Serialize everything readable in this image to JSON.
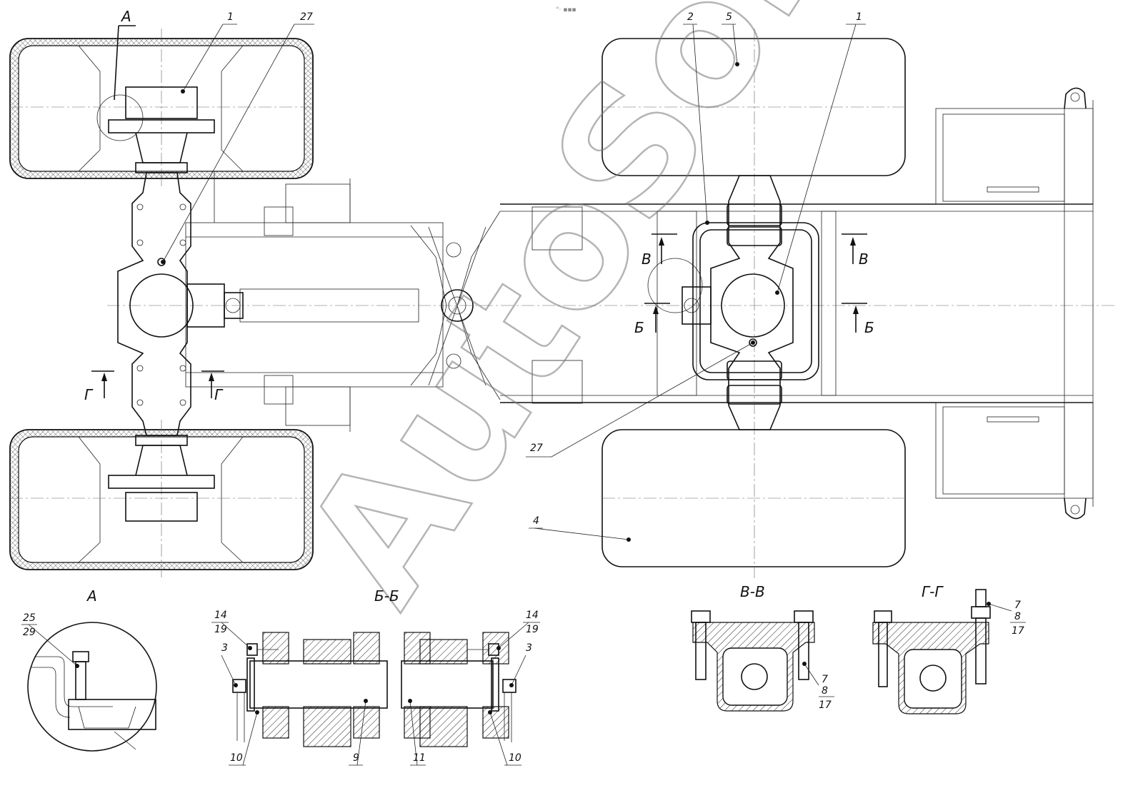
{
  "callouts": {
    "n1_left": "1",
    "n27_top": "27",
    "n2": "2",
    "n5": "5",
    "n1_right": "1",
    "n27_bottom": "27",
    "n4": "4",
    "a_25": "25",
    "a_29": "29",
    "bb_14_left": "14",
    "bb_19_left": "19",
    "bb_3_left": "3",
    "bb_10_left": "10",
    "bb_9": "9",
    "bb_11": "11",
    "bb_10_right": "10",
    "bb_14_right": "14",
    "bb_19_right": "19",
    "bb_3_right": "3",
    "vv_7": "7",
    "vv_8": "8",
    "vv_17": "17",
    "gg_7": "7",
    "gg_8": "8",
    "gg_17": "17"
  },
  "section_marks": {
    "a_top": "А",
    "g_left": "Г",
    "g_right": "Г",
    "v_left": "В",
    "v_right": "В",
    "b_left": "Б",
    "b_right": "Б"
  },
  "view_titles": {
    "view_a": "А",
    "view_bb": "Б-Б",
    "view_vv": "В-В",
    "view_gg": "Г-Г"
  },
  "watermark": "AutoSoft",
  "top_mark": "°· ▪▪▪"
}
